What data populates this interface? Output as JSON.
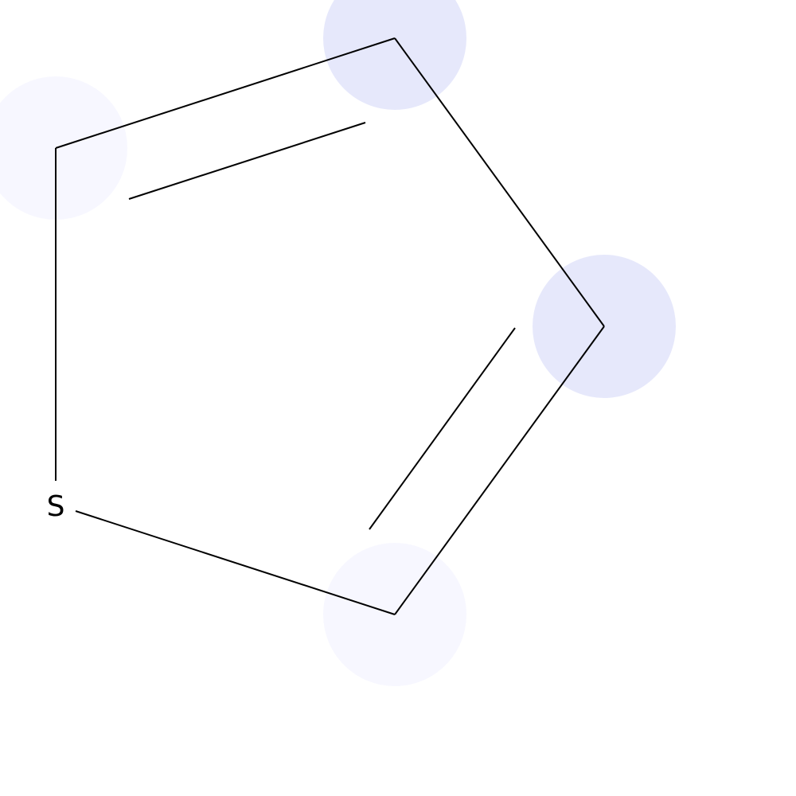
{
  "molecule": {
    "atoms": [
      {
        "id": "S1",
        "label": "S"
      },
      {
        "id": "C2",
        "label": ""
      },
      {
        "id": "C3",
        "label": ""
      },
      {
        "id": "C4",
        "label": ""
      },
      {
        "id": "C5",
        "label": ""
      }
    ],
    "bonds": [
      {
        "from": "S1",
        "to": "C2",
        "order": 1
      },
      {
        "from": "C2",
        "to": "C3",
        "order": 2
      },
      {
        "from": "C3",
        "to": "C4",
        "order": 1
      },
      {
        "from": "C4",
        "to": "C5",
        "order": 2
      },
      {
        "from": "C5",
        "to": "S1",
        "order": 1
      }
    ],
    "highlights": [
      {
        "atom": "C2",
        "color": "#f7f7ff"
      },
      {
        "atom": "C3",
        "color": "#e6e8fb"
      },
      {
        "atom": "C4",
        "color": "#e6e8fb"
      },
      {
        "atom": "C5",
        "color": "#f7f7ff"
      }
    ],
    "bond_color": "#000000"
  }
}
